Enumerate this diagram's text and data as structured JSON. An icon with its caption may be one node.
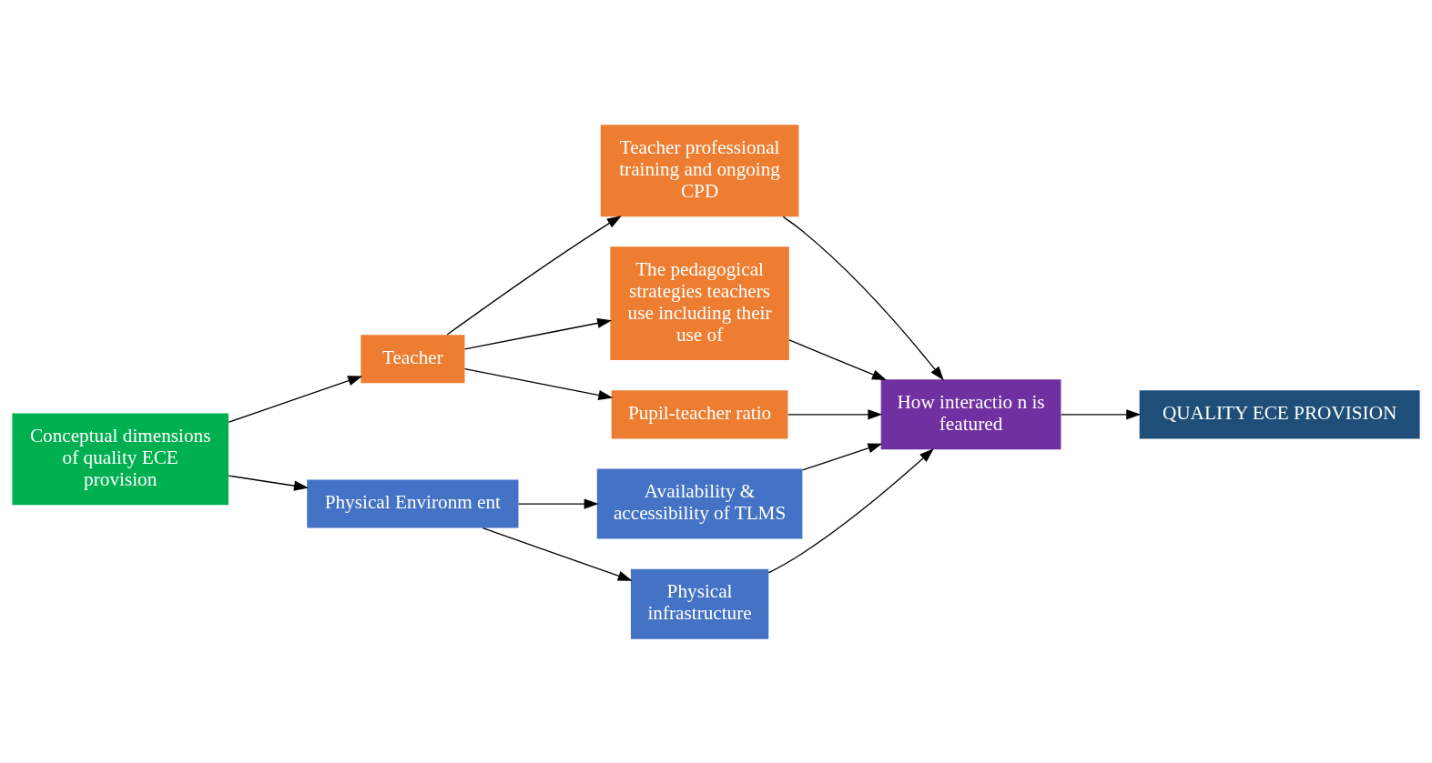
{
  "diagram": {
    "nodes": [
      {
        "text": [
          "Conceptual dimensions of quality ECE provision"
        ]
      },
      {
        "text": [
          "Teacher"
        ]
      },
      {
        "text": [
          "Teacher professional training and ongoing CPD"
        ]
      },
      {
        "text": [
          "The pedagogical strategies teachers use including their use of"
        ]
      },
      {
        "text": [
          "Pupil-teacher ratio"
        ]
      },
      {
        "text": [
          "Physical Environm ent"
        ]
      },
      {
        "text": [
          "Availability & accessibility of TLMS"
        ]
      },
      {
        "text": [
          "Physical infrastructure"
        ]
      },
      {
        "text": [
          "How interactio n is featured"
        ]
      },
      {
        "text": [
          "QUALITY ECE PROVISION"
        ]
      }
    ],
    "edges": [
      {
        "from": 0,
        "to": 1,
        "arrow": "to"
      },
      {
        "from": 0,
        "to": 5,
        "arrow": "to"
      },
      {
        "from": 1,
        "to": 2,
        "arrow": "to"
      },
      {
        "from": 1,
        "to": 3,
        "arrow": "to"
      },
      {
        "from": 1,
        "to": 4,
        "arrow": "to"
      },
      {
        "from": 5,
        "to": 6,
        "arrow": "to"
      },
      {
        "from": 5,
        "to": 7,
        "arrow": "to"
      },
      {
        "from": 2,
        "to": 8,
        "arrow": "to"
      },
      {
        "from": 3,
        "to": 8,
        "arrow": "to"
      },
      {
        "from": 4,
        "to": 8,
        "arrow": "to"
      },
      {
        "from": 6,
        "to": 8,
        "arrow": "to"
      },
      {
        "from": 7,
        "to": 8,
        "arrow": "to"
      },
      {
        "from": 8,
        "to": 9,
        "arrow": "to"
      }
    ]
  }
}
